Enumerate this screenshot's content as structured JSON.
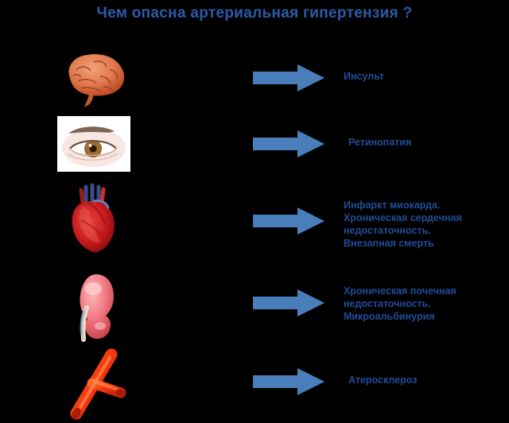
{
  "slide": {
    "title": "Чем опасна артериальная гипертензия ?",
    "title_color": "#2B5BA8",
    "background_color": "#000000",
    "arrow_color": "#4A7EBB",
    "label_color": "#214C96"
  },
  "rows": [
    {
      "organ": "brain",
      "organ_alt": "Головной мозг",
      "arrow": "right-arrow",
      "label_lines": [
        "Инсульт"
      ]
    },
    {
      "organ": "eye",
      "organ_alt": "Глаз",
      "arrow": "right-arrow",
      "label_lines": [
        "Ретинопатия"
      ]
    },
    {
      "organ": "heart",
      "organ_alt": "Сердце",
      "arrow": "right-arrow",
      "label_lines": [
        "Инфаркт миокарда.",
        "Хроническая сердечная",
        "недостаточность.",
        "Внезапная смерть"
      ]
    },
    {
      "organ": "kidney",
      "organ_alt": "Почка",
      "arrow": "right-arrow",
      "label_lines": [
        "Хроническая почечная",
        "недостаточность.",
        "Микроальбинурия"
      ]
    },
    {
      "organ": "artery",
      "organ_alt": "Артерия",
      "arrow": "right-arrow",
      "label_lines": [
        "Атеросклероз"
      ]
    }
  ]
}
